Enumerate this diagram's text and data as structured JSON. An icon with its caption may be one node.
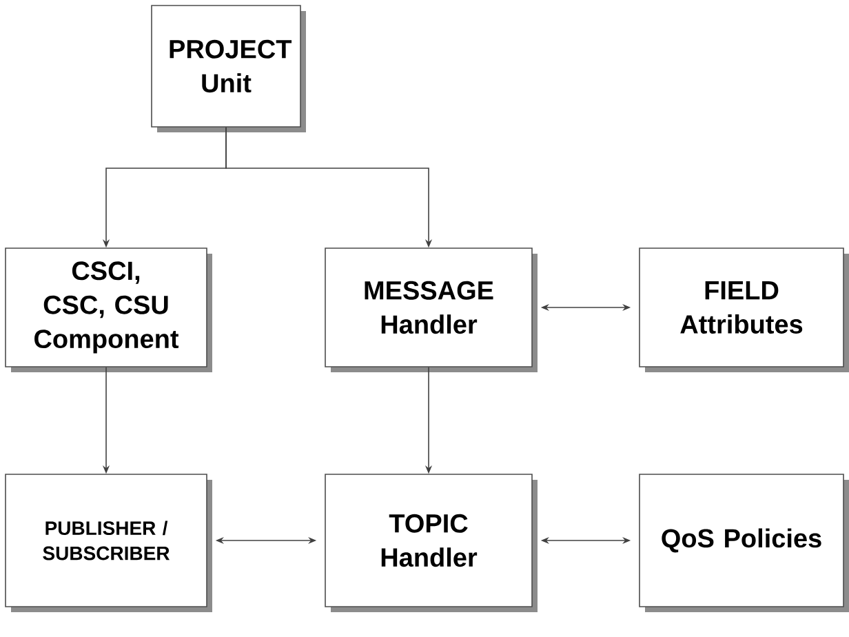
{
  "diagram": {
    "nodes": [
      {
        "text": [
          "PROJECT Unit"
        ]
      },
      {
        "text": [
          "CSCI, CSC, CSU Component"
        ]
      },
      {
        "text": [
          "MESSAGE Handler"
        ]
      },
      {
        "text": [
          "FIELD Attributes"
        ]
      },
      {
        "text": [
          "PUBLISHER / SUBSCRIBER"
        ]
      },
      {
        "text": [
          "TOPIC Handler"
        ]
      },
      {
        "text": [
          "QoS Policies"
        ]
      }
    ],
    "edges": [
      {
        "from": 0,
        "to": 1,
        "arrow": "to"
      },
      {
        "from": 0,
        "to": 2,
        "arrow": "to"
      },
      {
        "from": 2,
        "to": 3,
        "arrow": "both"
      },
      {
        "from": 1,
        "to": 4,
        "arrow": "to"
      },
      {
        "from": 2,
        "to": 5,
        "arrow": "to"
      },
      {
        "from": 4,
        "to": 5,
        "arrow": "both"
      },
      {
        "from": 5,
        "to": 6,
        "arrow": "both"
      }
    ]
  }
}
